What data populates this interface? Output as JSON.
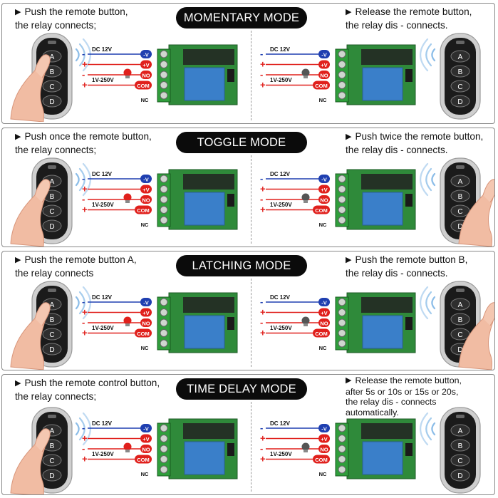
{
  "panels": [
    {
      "mode": "MOMENTARY MODE",
      "left": {
        "line1": "Push the remote button,",
        "line2": "the relay connects;",
        "line3": "",
        "line4": ""
      },
      "right": {
        "line1": "Release the remote button,",
        "line2": "the relay dis - connects.",
        "line3": "",
        "line4": ""
      }
    },
    {
      "mode": "TOGGLE MODE",
      "left": {
        "line1": "Push once the remote button,",
        "line2": "the relay connects;",
        "line3": "",
        "line4": ""
      },
      "right": {
        "line1": "Push twice the remote button,",
        "line2": "the relay dis - connects.",
        "line3": "",
        "line4": ""
      }
    },
    {
      "mode": "LATCHING MODE",
      "left": {
        "line1": "Push the remote button A,",
        "line2": "the relay connects",
        "line3": "",
        "line4": ""
      },
      "right": {
        "line1": "Push the remote button B,",
        "line2": "the relay dis - connects.",
        "line3": "",
        "line4": ""
      }
    },
    {
      "mode": "TIME DELAY MODE",
      "left": {
        "line1": "Push the remote control button,",
        "line2": "the relay connects;",
        "line3": "",
        "line4": ""
      },
      "right": {
        "line1": "Release the remote button,",
        "line2": "after 5s or 10s or 15s or 20s,",
        "line3": "the relay dis - connects",
        "line4": "automatically."
      }
    }
  ],
  "wiring": {
    "dc_label": "DC 12V",
    "ac_label": "1V-250V",
    "terminal_minus": "-V",
    "terminal_plus": "+V",
    "terminal_no": "NO",
    "terminal_com": "COM",
    "terminal_nc": "NC",
    "minus_sign": "-",
    "plus_sign": "+"
  },
  "remote": {
    "btn_a": "A",
    "btn_b": "B",
    "btn_c": "C",
    "btn_d": "D"
  },
  "colors": {
    "dc_wire": "#1f3fb0",
    "ac_wire": "#e0201c",
    "pill_bg": "#0b0b0b",
    "board": "#2f8a3a",
    "relay": "#3a7fc9",
    "lamp_on": "#e0201c",
    "lamp_off": "#555555"
  }
}
